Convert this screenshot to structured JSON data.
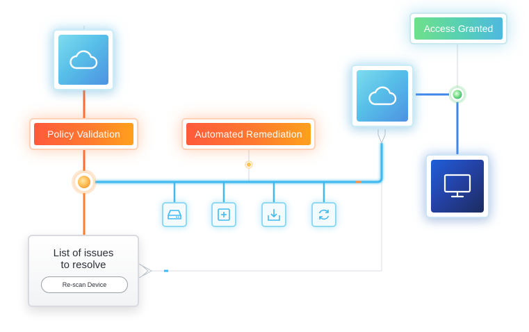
{
  "nodes": {
    "policy_validation": "Policy Validation",
    "automated_remediation": "Automated Remediation",
    "access_granted": "Access Granted"
  },
  "issues_panel": {
    "title_line1": "List of issues",
    "title_line2": "to resolve",
    "button_label": "Re-scan Device"
  },
  "tools": [
    {
      "icon": "storage-drive-icon"
    },
    {
      "icon": "add-square-icon"
    },
    {
      "icon": "download-icon"
    },
    {
      "icon": "refresh-icon"
    }
  ],
  "colors": {
    "line_blue": "#3fb9ef",
    "line_orange": "#ff6a2e",
    "line_gray": "#d9dde3",
    "accent_orange": "#ff7a2f",
    "accent_green": "#6fe08a",
    "device_navy": "#1f3a9a"
  }
}
